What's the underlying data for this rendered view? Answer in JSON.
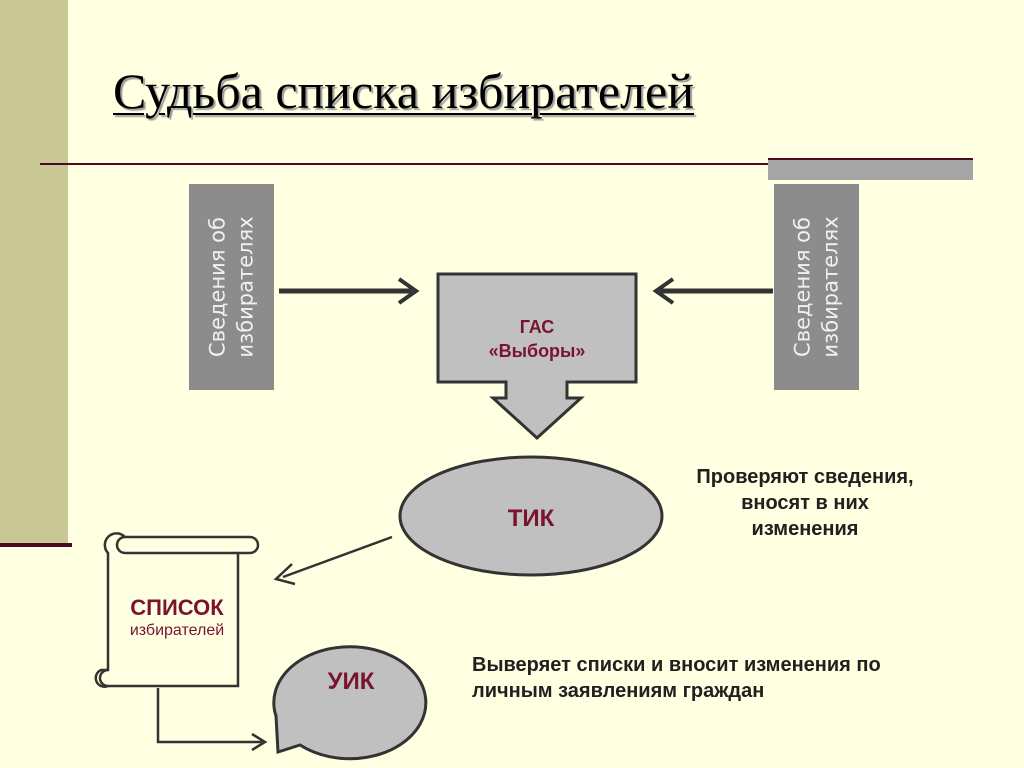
{
  "slide": {
    "title": "Судьба списка избирателей"
  },
  "info_box_left": {
    "line1": "Сведения об",
    "line2": "избирателях"
  },
  "info_box_right": {
    "line1": "Сведения об",
    "line2": "избирателях"
  },
  "gas_node": {
    "line1": "ГАС",
    "line2": "«Выборы»"
  },
  "tik_node": {
    "label": "ТИК"
  },
  "uik_node": {
    "label": "УИК"
  },
  "voter_list": {
    "title": "СПИСОК",
    "subtitle": "избирателей"
  },
  "notes": {
    "tik": "Проверяют сведения, вносят в них  изменения",
    "uik": "Выверяет списки и вносит изменения по личным заявлениям граждан"
  },
  "colors": {
    "background": "#FFFFE1",
    "band": "#C9C796",
    "box_gray": "#8C8C8C",
    "node_gray": "#C0C0C0",
    "accent_text": "#7A1330",
    "rule": "#4A0A24"
  }
}
